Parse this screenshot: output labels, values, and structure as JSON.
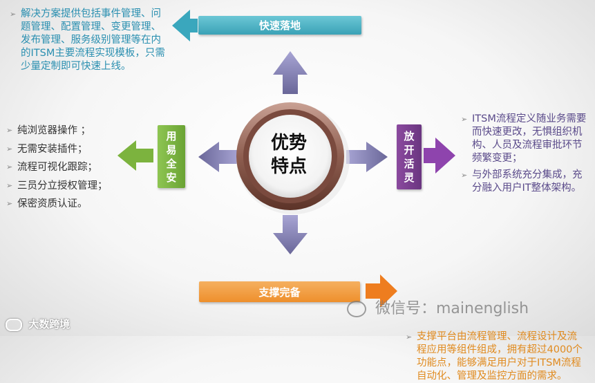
{
  "center": {
    "line1": "优势",
    "line2": "特点"
  },
  "top": {
    "label": "快速落地",
    "color": "#4ab6c7",
    "text": "解决方案提供包括事件管理、问题管理、配置管理、变更管理、发布管理、服务级别管理等在内的ITSM主要流程实现模板，只需少量定制即可快速上线。"
  },
  "left": {
    "label": [
      "用",
      "易",
      "全",
      "安"
    ],
    "color": "#7cb33e",
    "items": [
      "纯浏览器操作 ；",
      "无需安装插件；",
      "流程可视化跟踪；",
      "三员分立授权管理；",
      "保密资质认证。"
    ]
  },
  "right": {
    "label": [
      "放",
      "开",
      "活",
      "灵"
    ],
    "color": "#7b3f8f",
    "items": [
      "ITSM流程定义随业务需要而快速更改，无惧组织机构、人员及流程审批环节频繁变更；",
      "与外部系统充分集成，充分融入用户IT整体架构。"
    ]
  },
  "bottom": {
    "label": "支撑完备",
    "color": "#f2a04a",
    "text": "支撑平台由流程管理、流程设计及流程应用等组件组成，拥有超过4000个功能点，能够满足用户对于ITSM流程自动化、管理及监控方面的需求。"
  },
  "watermarks": {
    "wechat": "微信号：mainenglish",
    "logo": "大数跨境"
  },
  "colors": {
    "arrow": "#8a87b8",
    "teal_text": "#2a8fb0",
    "purple_text": "#5a4a8a",
    "orange_text": "#e08a1e",
    "gray_text": "#333333"
  }
}
